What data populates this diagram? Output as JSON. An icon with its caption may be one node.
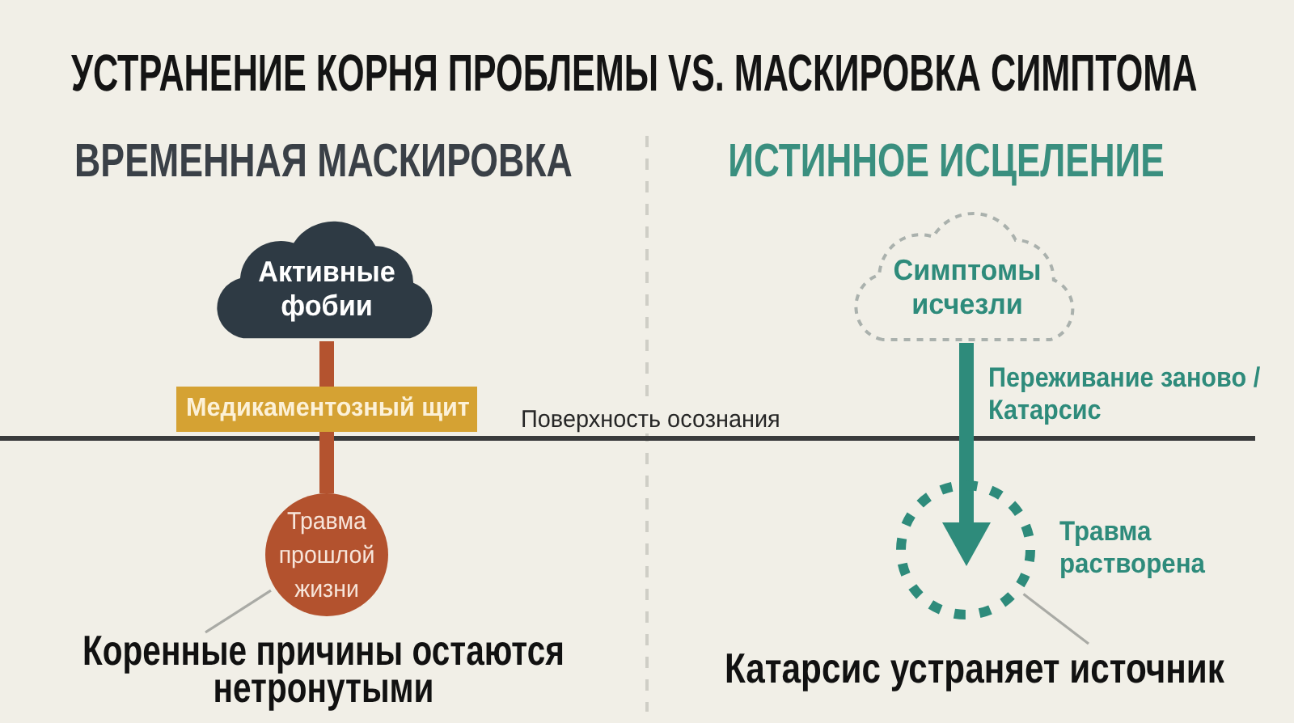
{
  "diagram": {
    "title": "УСТРАНЕНИЕ КОРНЯ ПРОБЛЕМЫ VS. МАСКИРОВКА СИМПТОМА",
    "nodes": [
      {
        "text": [
          "Активные фобии"
        ]
      },
      {
        "text": [
          "Медикаментозный щит"
        ]
      },
      {
        "text": [
          "Травма прошлой жизни"
        ]
      },
      {
        "text": [
          "Коренные причины остаются нетронутыми"
        ]
      },
      {
        "text": [
          "Симптомы исчезли"
        ]
      },
      {
        "text": [],
        "shape": "circle",
        "beside": [
          "Травма растворена"
        ]
      },
      {
        "text": [
          "Катарсис устраняет источник"
        ]
      }
    ],
    "edges": [
      {
        "from": 0,
        "to": 1,
        "arrow": "none",
        "color": "#b4532f"
      },
      {
        "from": 1,
        "to": 2,
        "arrow": "none",
        "color": "#b4532f"
      },
      {
        "from": 4,
        "to": 5,
        "arrow": "to",
        "label": "Переживание заново / Катарсис",
        "color": "#2e8b7b"
      },
      {
        "from": 3,
        "to": 2,
        "arrow": "none",
        "color": "#a9aaa5"
      },
      {
        "from": 6,
        "to": 5,
        "arrow": "none",
        "color": "#a9aaa5"
      }
    ],
    "labels": [
      "ВРЕМЕННАЯ МАСКИРОВКА",
      "ИСТИННОЕ ИСЦЕЛЕНИЕ",
      "Поверхность осознания"
    ]
  }
}
